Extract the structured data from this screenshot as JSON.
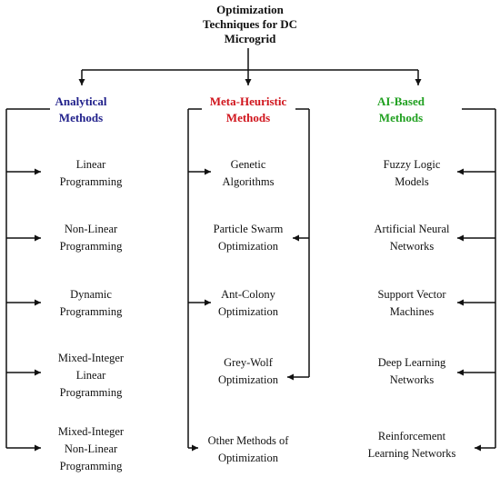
{
  "title": [
    "Optimization",
    "Techniques for DC",
    "Microgrid"
  ],
  "colors": {
    "line": "#111111",
    "analytical": "#1f1f8a",
    "meta_heuristic": "#d0141c",
    "ai_based": "#20a020"
  },
  "categories": [
    {
      "id": "analytical",
      "title": [
        "Analytical",
        "Methods"
      ],
      "items": [
        [
          "Linear",
          "Programming"
        ],
        [
          "Non-Linear",
          "Programming"
        ],
        [
          "Dynamic",
          "Programming"
        ],
        [
          "Mixed-Integer",
          "Linear",
          "Programming"
        ],
        [
          "Mixed-Integer",
          "Non-Linear",
          "Programming"
        ]
      ]
    },
    {
      "id": "meta_heuristic",
      "title": [
        "Meta-Heuristic",
        "Methods"
      ],
      "items": [
        [
          "Genetic",
          "Algorithms"
        ],
        [
          "Particle Swarm",
          "Optimization"
        ],
        [
          "Ant-Colony",
          "Optimization"
        ],
        [
          "Grey-Wolf",
          "Optimization"
        ],
        [
          "Other Methods of",
          "Optimization"
        ]
      ]
    },
    {
      "id": "ai_based",
      "title": [
        "AI-Based",
        "Methods"
      ],
      "items": [
        [
          "Fuzzy Logic",
          "Models"
        ],
        [
          "Artificial Neural",
          "Networks"
        ],
        [
          "Support Vector",
          "Machines"
        ],
        [
          "Deep Learning",
          "Networks"
        ],
        [
          "Reinforcement",
          "Learning Networks"
        ]
      ]
    }
  ]
}
